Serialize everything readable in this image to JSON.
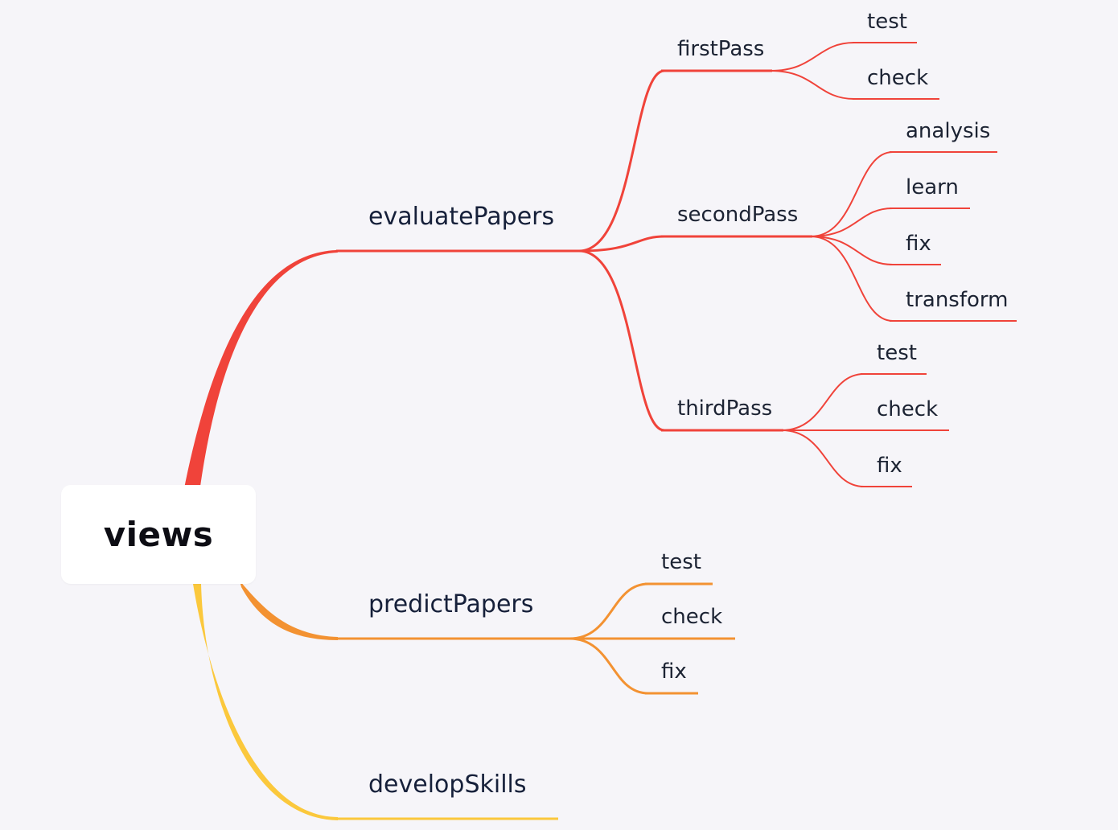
{
  "colors": {
    "background": "#f6f5f9",
    "branch_evaluate": "#f0433a",
    "branch_predict": "#f39232",
    "branch_develop": "#fbc83c",
    "text": "#1c2333"
  },
  "root": {
    "label": "views"
  },
  "branches": [
    {
      "label": "evaluatePapers",
      "color": "#f0433a",
      "children": [
        {
          "label": "firstPass",
          "children": [
            "test",
            "check"
          ]
        },
        {
          "label": "secondPass",
          "children": [
            "analysis",
            "learn",
            "fix",
            "transform"
          ]
        },
        {
          "label": "thirdPass",
          "children": [
            "test",
            "check",
            "fix"
          ]
        }
      ]
    },
    {
      "label": "predictPapers",
      "color": "#f39232",
      "children": [
        "test",
        "check",
        "fix"
      ]
    },
    {
      "label": "developSkills",
      "color": "#fbc83c",
      "children": []
    }
  ]
}
